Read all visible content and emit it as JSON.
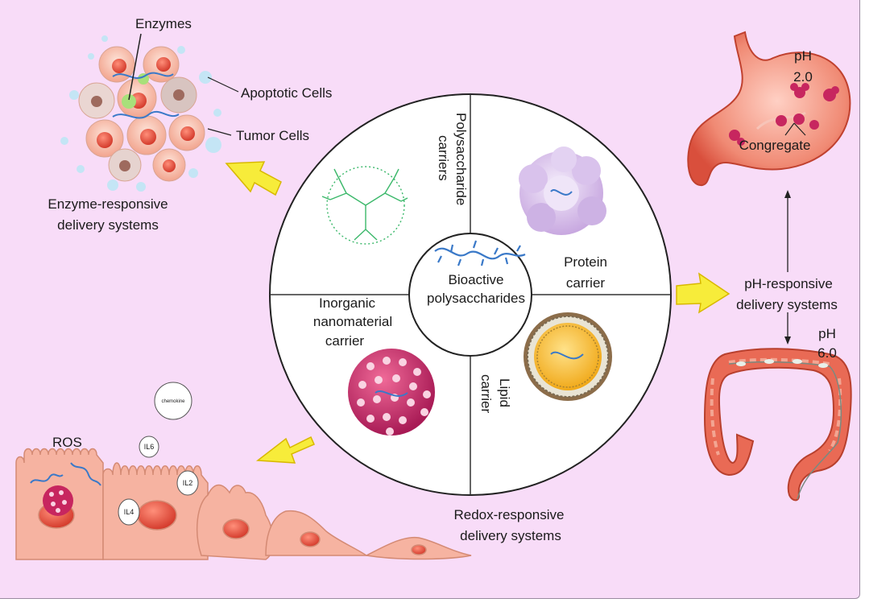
{
  "labels": {
    "enzymes": "Enzymes",
    "apoptotic_cells": "Apoptotic Cells",
    "tumor_cells": "Tumor Cells",
    "enzyme_responsive_line1": "Enzyme-responsive",
    "enzyme_responsive_line2": "delivery systems",
    "ph_responsive_line1": "pH-responsive",
    "ph_responsive_line2": "delivery systems",
    "ph_stomach_line1": "pH",
    "ph_stomach_line2": "2.0",
    "congregate": "Congregate",
    "ph_intestine_line1": "pH",
    "ph_intestine_line2": "6.0",
    "redox_responsive_line1": "Redox-responsive",
    "redox_responsive_line2": "delivery systems",
    "ros": "ROS",
    "il6": "IL6",
    "il2": "IL2",
    "il4": "IL4",
    "chemokine": "chemokine"
  },
  "wheel": {
    "center_line1": "Bioactive",
    "center_line2": "polysaccharides",
    "polysaccharide_line1": "Polysaccharide",
    "polysaccharide_line2": "carriers",
    "protein_line1": "Protein",
    "protein_line2": "carrier",
    "inorganic_line1": "Inorganic",
    "inorganic_line2": "nanomaterial",
    "inorganic_line3": "carrier",
    "lipid_line1": "Lipid",
    "lipid_line2": "carrier"
  },
  "colors": {
    "background": "#f8dcf8",
    "arrow_fill": "#f7ec3a",
    "arrow_stroke": "#d8b800",
    "cell_fill": "#f6b3a1",
    "nucleus": "#e85a4a",
    "organ": "#e96a55",
    "polymer": "#3a79c8"
  }
}
